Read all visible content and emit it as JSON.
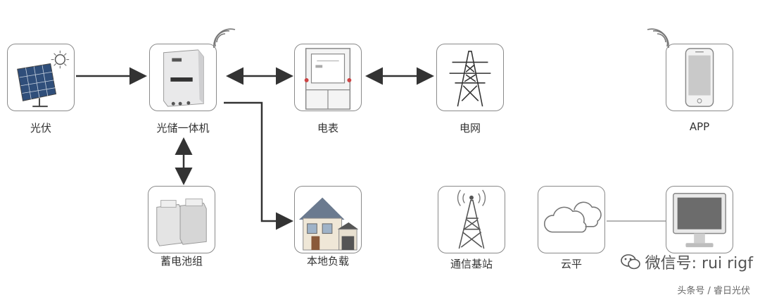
{
  "nodes": {
    "pv": "光伏",
    "inverter": "光储一体机",
    "meter": "电表",
    "grid": "电网",
    "app": "APP",
    "battery": "蓄电池组",
    "load": "本地负载",
    "tower": "通信基站",
    "cloud": "云平",
    "pc": ""
  },
  "watermark": {
    "text": "微信号: rui rigf"
  },
  "footer": {
    "text": "头条号 / 睿日光伏"
  }
}
